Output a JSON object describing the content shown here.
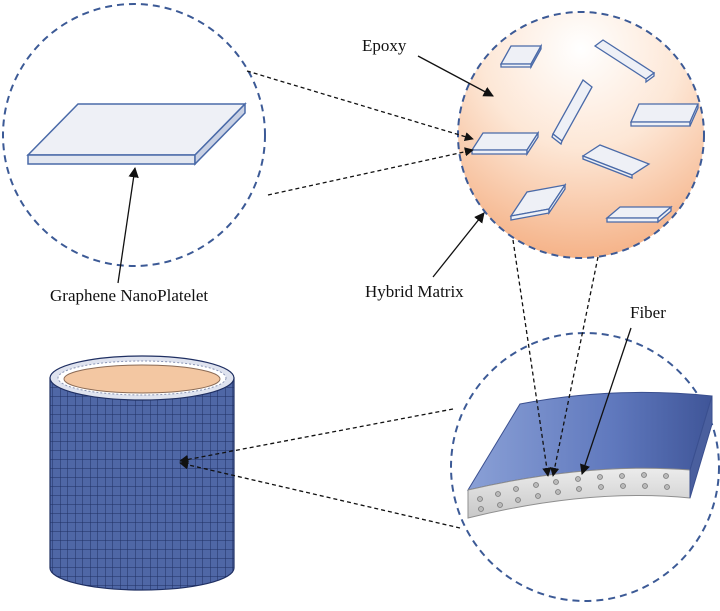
{
  "labels": {
    "epoxy": "Epoxy",
    "graphene": "Graphene NanoPlatelet",
    "hybrid_matrix": "Hybrid Matrix",
    "fiber": "Fiber"
  },
  "colors": {
    "dashed_circle": "#3c5a96",
    "platelet_top": "#eef0f5",
    "platelet_edge": "#4a6aa8",
    "matrix_gradient_top": "#ffffff",
    "matrix_gradient_bottom": "#f6b58a",
    "cylinder_grid": "#3b5290",
    "cylinder_inner": "#f3c7a2",
    "shell_face": "#6f88c8",
    "shell_section": "#d9d9d9"
  },
  "icons": {
    "arrow": "solid-arrow-icon",
    "dashed_connector": "dashed-arrow-icon"
  }
}
